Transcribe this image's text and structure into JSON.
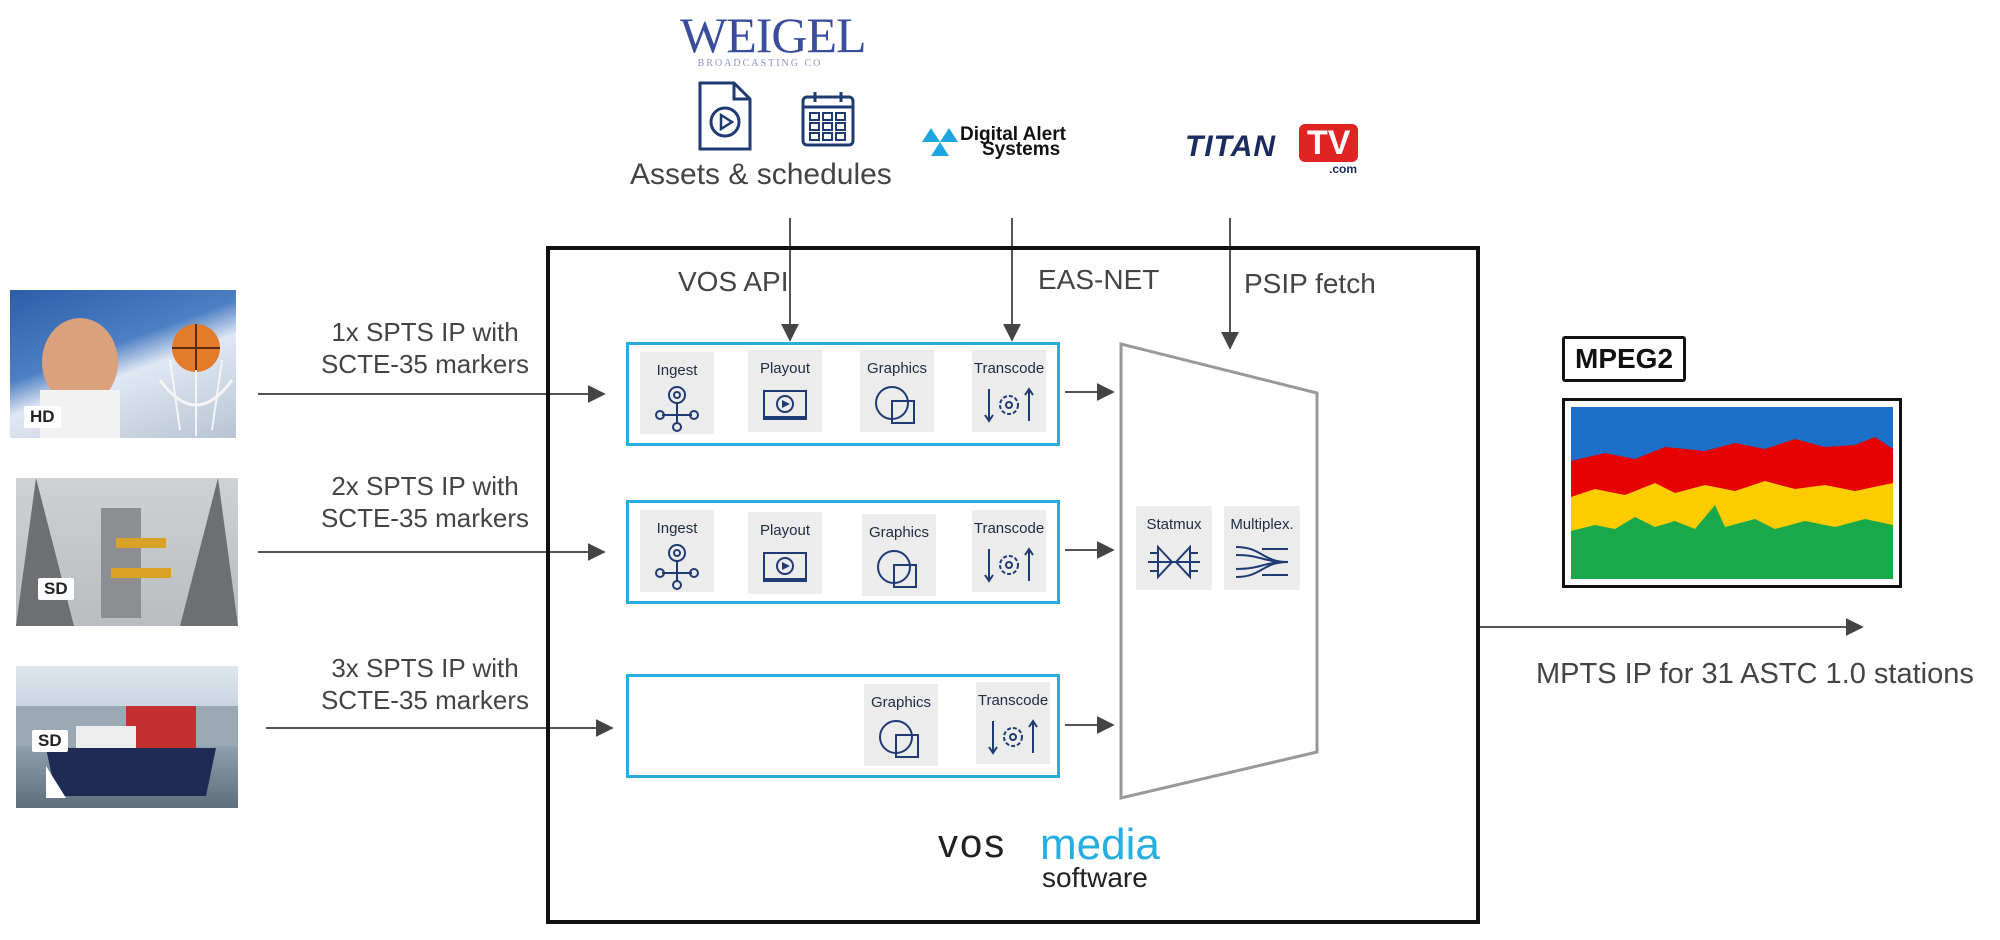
{
  "top": {
    "weigel_logo": "WEIGEL",
    "weigel_sub": "BROADCASTING CO",
    "assets_label": "Assets & schedules",
    "das_logo_line1": "Digital Alert",
    "das_logo_line2": "Systems",
    "titan_logo_main": "TITAN",
    "titan_logo_tv": "TV",
    "titan_logo_com": ".com"
  },
  "api_labels": {
    "vos_api": "VOS API",
    "eas_net": "EAS-NET",
    "psip_fetch": "PSIP fetch"
  },
  "inputs": [
    {
      "badge": "HD",
      "line1": "1x SPTS IP with",
      "line2": "SCTE-35 markers"
    },
    {
      "badge": "SD",
      "line1": "2x SPTS IP with",
      "line2": "SCTE-35 markers"
    },
    {
      "badge": "SD",
      "line1": "3x SPTS IP with",
      "line2": "SCTE-35 markers"
    }
  ],
  "stacks": [
    {
      "tiles": [
        "Ingest",
        "Playout",
        "Graphics",
        "Transcode"
      ]
    },
    {
      "tiles": [
        "Ingest",
        "Playout",
        "Graphics",
        "Transcode"
      ]
    },
    {
      "tiles": [
        "Graphics",
        "Transcode"
      ]
    }
  ],
  "mux": {
    "statmux": "Statmux",
    "multiplex": "Multiplex."
  },
  "vos_logo": {
    "vos": "VOS",
    "media": "media",
    "software": "software"
  },
  "output": {
    "badge": "MPEG2",
    "label": "MPTS IP for 31 ASTC 1.0 stations"
  },
  "colors": {
    "stack_border": "#27aee0",
    "frame": "#111111",
    "chart_blue": "#1b6fc9",
    "chart_red": "#e60000",
    "chart_yellow": "#ffcc00",
    "chart_green": "#1aa94a"
  }
}
